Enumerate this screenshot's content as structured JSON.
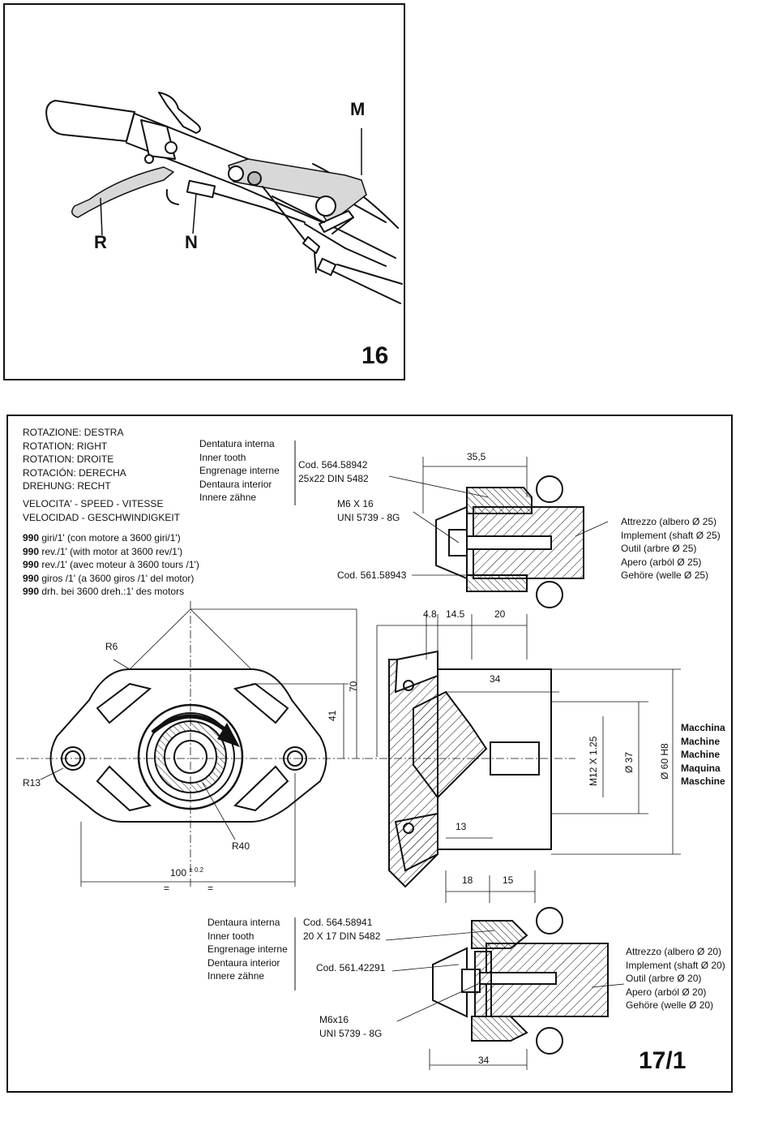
{
  "figure16": {
    "number": "16",
    "labels": {
      "m": "M",
      "r": "R",
      "n": "N"
    }
  },
  "figure17": {
    "number": "17/1",
    "rotation": [
      "ROTAZIONE: DESTRA",
      "ROTATION: RIGHT",
      "ROTATION: DROITE",
      "ROTACIÓN: DERECHA",
      "DREHUNG: RECHT"
    ],
    "speed_headings": [
      "VELOCITA' - SPEED - VITESSE",
      "VELOCIDAD - GESCHWINDIGKEIT"
    ],
    "speed_lines": [
      {
        "value": "990",
        "text": " giri/1' (con motore a 3600 giri/1')"
      },
      {
        "value": "990",
        "text": " rev./1' (with motor at 3600 rev/1')"
      },
      {
        "value": "990",
        "text": " rev./1' (avec moteur à 3600 tours /1')"
      },
      {
        "value": "990",
        "text": " giros /1' (a 3600 giros /1' del motor)"
      },
      {
        "value": "990",
        "text": " drh. bei 3600 dreh.:1' des motors"
      }
    ],
    "inner_tooth_top": [
      "Dentatura interna",
      "Inner tooth",
      "Engrenage interne",
      "Dentaura interior",
      "Innere zähne"
    ],
    "inner_tooth_bottom": [
      "Dentaura interna",
      "Inner tooth",
      "Engrenage interne",
      "Dentaura interior",
      "Innere zähne"
    ],
    "codes": {
      "top_spline": "Cod. 564.58942",
      "top_spline_spec": "25x22 DIN 5482",
      "top_screw": "M6 X 16",
      "top_screw_spec": "UNI 5739 - 8G",
      "top_collar": "Cod. 561.58943",
      "bottom_spline": "Cod. 564.58941",
      "bottom_spline_spec": "20 X 17 DIN 5482",
      "bottom_collar": "Cod. 561.42291",
      "bottom_screw": "M6x16",
      "bottom_screw_spec": "UNI 5739 - 8G"
    },
    "implement_top": [
      "Attrezzo (albero Ø 25)",
      "Implement (shaft Ø 25)",
      "Outil (arbre Ø 25)",
      "Apero (arból Ø 25)",
      "Gehöre (welle Ø 25)"
    ],
    "implement_bottom": [
      "Attrezzo (albero Ø 20)",
      "Implement (shaft Ø 20)",
      "Outil (arbre Ø 20)",
      "Apero (arból Ø 20)",
      "Gehöre (welle Ø 20)"
    ],
    "machine": [
      "Macchina",
      "Machine",
      "Machine",
      "Maquina",
      "Maschine"
    ],
    "dimensions": {
      "d35_5": "35,5",
      "d4_8": "4.8",
      "d14_5": "14.5",
      "d20": "20",
      "d34_side": "34",
      "d13": "13",
      "d18": "18",
      "d15": "15",
      "d34_bottom": "34",
      "d70": "70",
      "d41": "41",
      "r6": "R6",
      "r13": "R13",
      "r40": "R40",
      "d100": "100",
      "d100_tol": "± 0.2",
      "eq": "=",
      "m12": "M12 X 1.25",
      "d37": "Ø 37",
      "d60": "Ø 60 H8"
    }
  }
}
